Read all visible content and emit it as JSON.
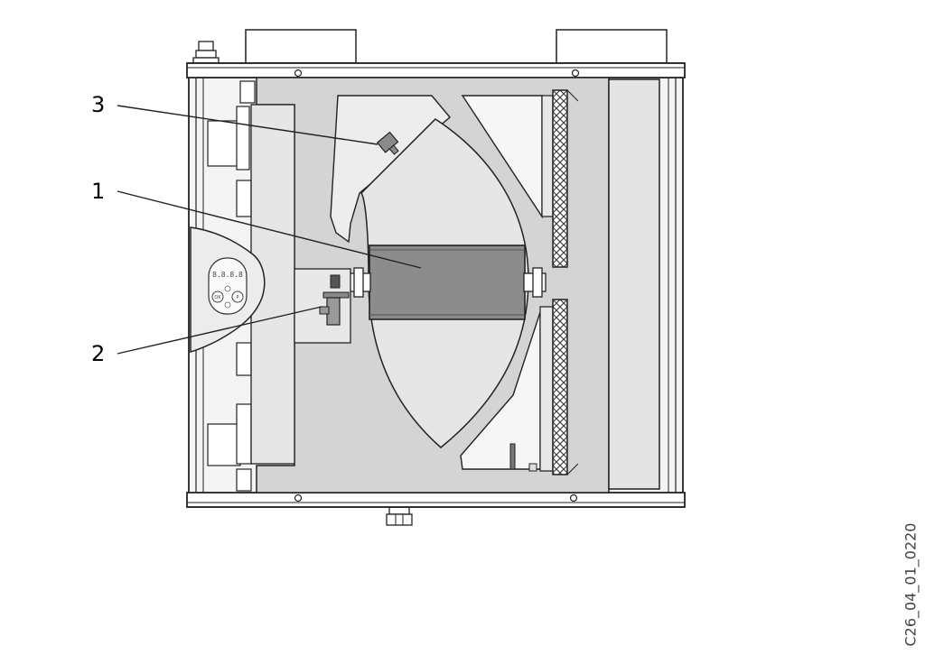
{
  "callouts": [
    {
      "id": "3",
      "label": "3"
    },
    {
      "id": "1",
      "label": "1"
    },
    {
      "id": "2",
      "label": "2"
    }
  ],
  "drawing_code": "C26_04_01_0220",
  "control_panel": {
    "display": "8.8.8.8",
    "ok_label": "OK",
    "p_label": "P"
  },
  "colors": {
    "outline": "#222222",
    "housing_fill": "#f2f2f2",
    "interior_gray": "#d4d4d4",
    "light_gray": "#e4e4e4",
    "exchanger_dark": "#8c8c8c",
    "filter_hatch": "#5a5a5a"
  }
}
